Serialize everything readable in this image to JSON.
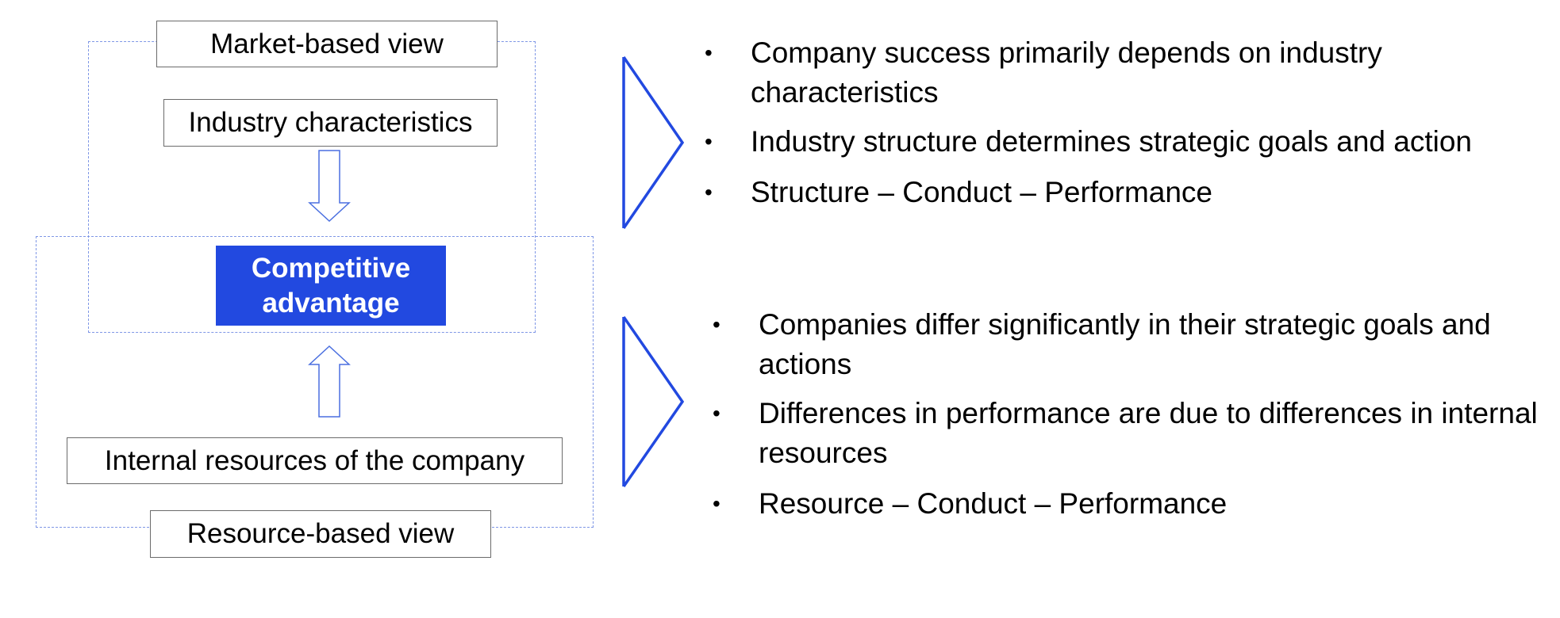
{
  "diagram": {
    "market_view_label": "Market-based view",
    "industry_label": "Industry characteristics",
    "competitive_line1": "Competitive",
    "competitive_line2": "advantage",
    "internal_label": "Internal resources of the company",
    "resource_view_label": "Resource-based view"
  },
  "market_bullets": [
    "Company success primarily depends on industry characteristics",
    "Industry structure determines strategic goals and action",
    "Structure – Conduct – Performance"
  ],
  "resource_bullets": [
    "Companies differ significantly in their strategic goals and actions",
    "Differences in performance are due to differences in internal resources",
    "Resource – Conduct – Performance"
  ],
  "colors": {
    "accent": "#2249e0",
    "dashed_frame": "#7f97e6",
    "box_border": "#6b6b6b"
  }
}
